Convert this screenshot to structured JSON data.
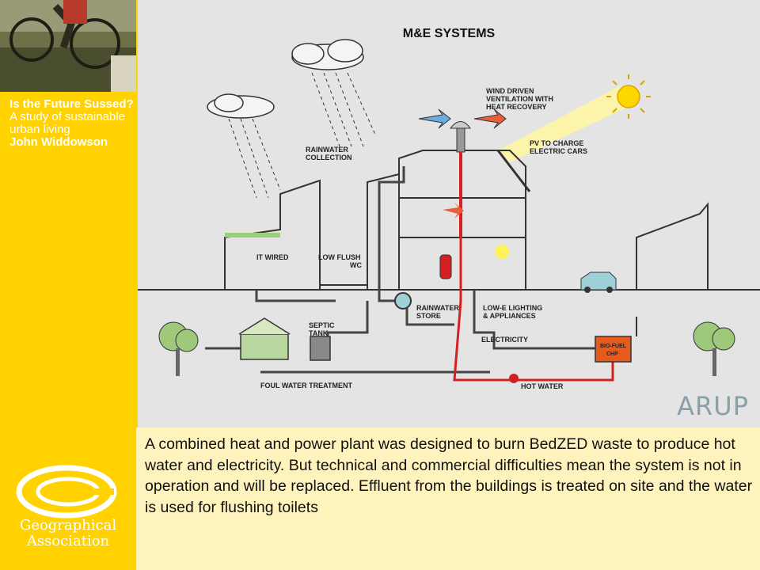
{
  "sidebar": {
    "book": {
      "title": "Is the Future Sussed?",
      "subtitle_line1": "A study of sustainable",
      "subtitle_line2": "urban living",
      "author": "John Widdowson"
    },
    "publisher": {
      "line1": "Geographical",
      "line2": "Association"
    }
  },
  "diagram": {
    "title": "M&E SYSTEMS",
    "labels": {
      "wind_line1": "WIND DRIVEN",
      "wind_line2": "VENTILATION WITH",
      "wind_line3": "HEAT RECOVERY",
      "pv_line1": "PV TO CHARGE",
      "pv_line2": "ELECTRIC CARS",
      "rain_line1": "RAINWATER",
      "rain_line2": "COLLECTION",
      "it_wired": "IT WIRED",
      "lowflush_line1": "LOW FLUSH",
      "lowflush_line2": "WC",
      "rainstore_line1": "RAINWATER",
      "rainstore_line2": "STORE",
      "lowe_line1": "LOW-E LIGHTING",
      "lowe_line2": "& APPLIANCES",
      "septic_line1": "SEPTIC",
      "septic_line2": "TANK",
      "electricity": "ELECTRICITY",
      "biofuel_line1": "BIO-FUEL",
      "biofuel_line2": "CHP",
      "foul_water": "FOUL WATER TREATMENT",
      "hot_water": "HOT WATER"
    },
    "logo": "ARUP",
    "colors": {
      "hot_water": "#d42020",
      "pipes": "#444444",
      "accent_blue": "#6aaee0",
      "accent_orange": "#e8603a",
      "sun": "#ffd700"
    }
  },
  "caption": "A combined heat and power plant was designed to burn BedZED waste to produce hot water and electricity. But technical and commercial difficulties mean the system is not in operation and will be replaced. Effluent from the buildings is treated on site and the water is used for flushing toilets"
}
